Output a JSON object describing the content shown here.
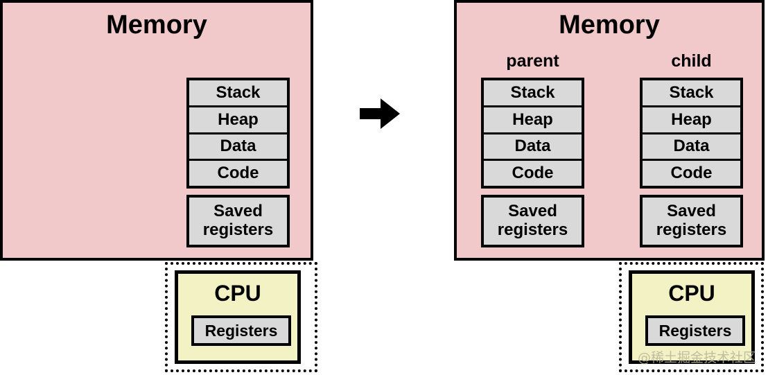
{
  "diagram": {
    "title_left": "Memory",
    "title_right": "Memory",
    "transition_arrow": "arrow-right-icon"
  },
  "colors": {
    "memory_fill": "#f2c9cb",
    "segment_fill": "#d9d9d9",
    "cpu_fill": "#f2f2c4",
    "outline": "#000000",
    "watermark": "#b9b49a"
  },
  "left_panel": {
    "memory_label": "Memory",
    "segments": [
      "Stack",
      "Heap",
      "Data",
      "Code"
    ],
    "saved_registers": {
      "line1": "Saved",
      "line2": "registers"
    },
    "cpu": {
      "label": "CPU",
      "registers_label": "Registers"
    }
  },
  "right_panel": {
    "memory_label": "Memory",
    "columns": [
      {
        "caption": "parent",
        "segments": [
          "Stack",
          "Heap",
          "Data",
          "Code"
        ],
        "saved_registers": {
          "line1": "Saved",
          "line2": "registers"
        }
      },
      {
        "caption": "child",
        "segments": [
          "Stack",
          "Heap",
          "Data",
          "Code"
        ],
        "saved_registers": {
          "line1": "Saved",
          "line2": "registers"
        }
      }
    ],
    "cpu": {
      "label": "CPU",
      "registers_label": "Registers"
    },
    "watermark": "@稀土掘金技术社区"
  }
}
